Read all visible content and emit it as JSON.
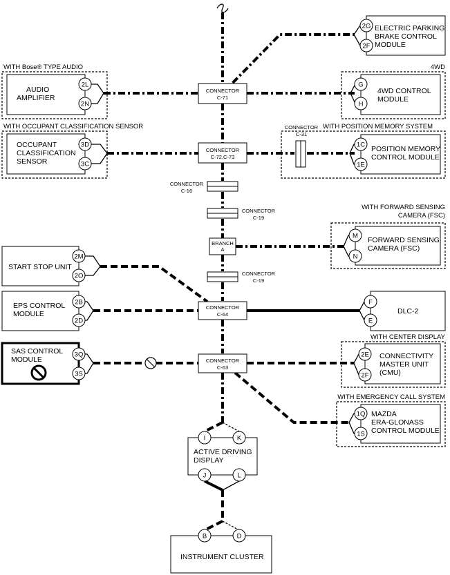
{
  "group_labels": {
    "bose": "WITH Bose® TYPE AUDIO",
    "fourwd": "4WD",
    "occupant": "WITH OCCUPANT CLASSIFICATION SENSOR",
    "position": "WITH POSITION MEMORY SYSTEM",
    "forward_line1": "WITH FORWARD SENSING",
    "forward_line2": "CAMERA (FSC)",
    "center_display": "WITH CENTER DISPLAY",
    "emergency": "WITH EMERGENCY CALL SYSTEM"
  },
  "modules": {
    "epb": [
      "ELECTRIC PARKING",
      "BRAKE CONTROL",
      "MODULE"
    ],
    "audio": [
      "AUDIO",
      "AMPLIFIER"
    ],
    "fourwd": [
      "4WD CONTROL",
      "MODULE"
    ],
    "occupant": [
      "OCCUPANT",
      "CLASSIFICATION",
      "SENSOR"
    ],
    "position": [
      "POSITION MEMORY",
      "CONTROL MODULE"
    ],
    "fsc": [
      "FORWARD SENSING",
      "CAMERA (FSC)"
    ],
    "start_stop": [
      "START STOP UNIT"
    ],
    "eps": [
      "EPS CONTROL",
      "MODULE"
    ],
    "dlc": [
      "DLC-2"
    ],
    "sas": [
      "SAS CONTROL",
      "MODULE"
    ],
    "cmu": [
      "CONNECTIVITY",
      "MASTER UNIT",
      "(CMU)"
    ],
    "era": [
      "MAZDA",
      "ERA-GLONASS",
      "CONTROL MODULE"
    ],
    "add": [
      "ACTIVE DRIVING",
      "DISPLAY"
    ],
    "cluster": [
      "INSTRUMENT CLUSTER"
    ]
  },
  "pins": {
    "epb_hi": "2G",
    "epb_lo": "2F",
    "audio_hi": "2L",
    "audio_lo": "2N",
    "fourwd_hi": "G",
    "fourwd_lo": "H",
    "occupant_hi": "3D",
    "occupant_lo": "3C",
    "position_hi": "1C",
    "position_lo": "1E",
    "fsc_hi": "M",
    "fsc_lo": "N",
    "start_stop_hi": "2M",
    "start_stop_lo": "2O",
    "eps_hi": "2B",
    "eps_lo": "2D",
    "dlc_hi": "F",
    "dlc_lo": "E",
    "sas_hi": "3Q",
    "sas_lo": "3S",
    "cmu_hi": "2E",
    "cmu_lo": "2F",
    "era_hi": "1Q",
    "era_lo": "1S",
    "add_i": "I",
    "add_k": "K",
    "add_j": "J",
    "add_l": "L",
    "cluster_b": "B",
    "cluster_d": "D"
  },
  "connectors": {
    "c71": [
      "CONNECTOR",
      "C-71"
    ],
    "c72": [
      "CONNECTOR",
      "C-72,C-73"
    ],
    "c31": [
      "CONNECTOR",
      "C-31"
    ],
    "c16": [
      "CONNECTOR",
      "C-16"
    ],
    "c19a": [
      "CONNECTOR",
      "C-19"
    ],
    "branch": [
      "BRANCH",
      "A"
    ],
    "c19b": [
      "CONNECTOR",
      "C-19"
    ],
    "c64": [
      "CONNECTOR",
      "C-64"
    ],
    "c63": [
      "CONNECTOR",
      "C-63"
    ]
  }
}
